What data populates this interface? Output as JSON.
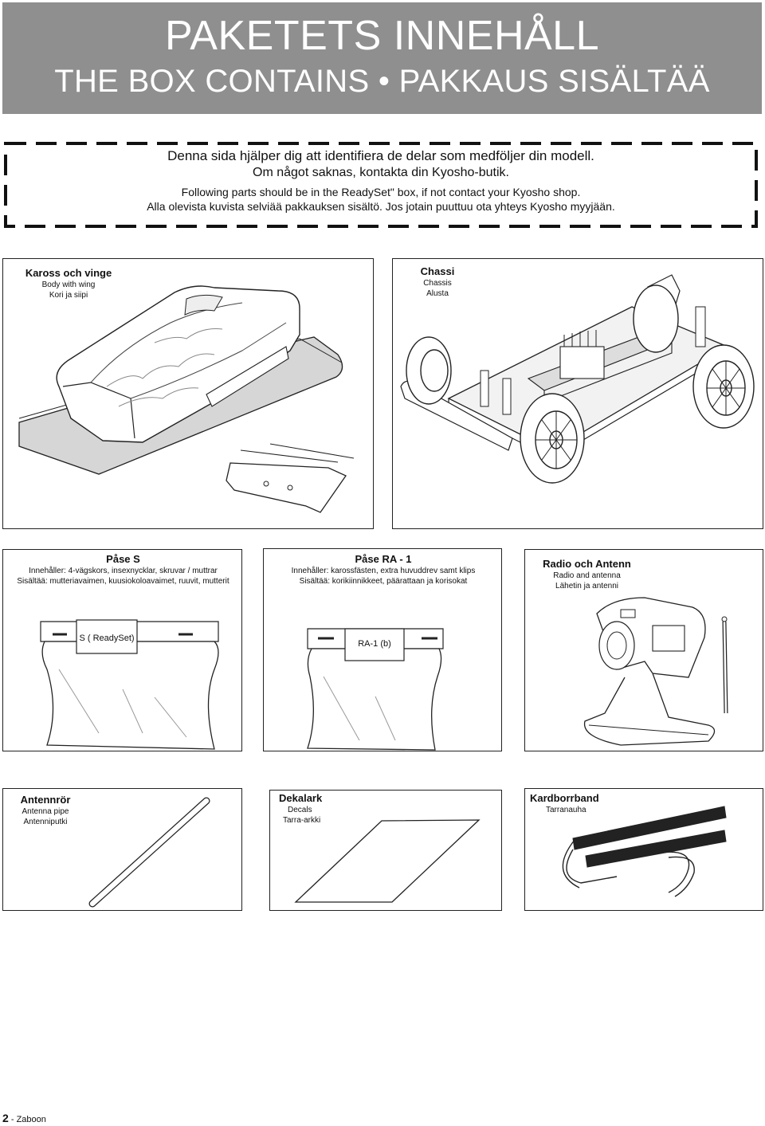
{
  "header": {
    "title_line1": "PAKETETS INNEHÅLL",
    "title_line2": "THE BOX CONTAINS • PAKKAUS SISÄLTÄÄ"
  },
  "notice": {
    "line1": "Denna sida hjälper dig att identifiera de delar som medföljer din modell.",
    "line2": "Om något saknas, kontakta din Kyosho-butik.",
    "line3": "Following parts should be in the ReadySet\" box, if not contact your Kyosho shop.",
    "line4": "Alla olevista kuvista selviää pakkauksen sisältö. Jos jotain puuttuu ota yhteys Kyosho myyjään."
  },
  "items": {
    "body": {
      "title": "Kaross och vinge",
      "en": "Body with wing",
      "fi": "Kori ja siipi"
    },
    "chassis": {
      "title": "Chassi",
      "en": "Chassis",
      "fi": "Alusta"
    },
    "bag_s": {
      "title": "Påse S",
      "sv": "Innehåller: 4-vägskors, insexnycklar, skruvar / muttrar",
      "fi": "Sisältää: mutteriavaimen, kuusiokoloavaimet, ruuvit, mutterit",
      "tag": "S ( ReadySet)"
    },
    "bag_ra": {
      "title": "Påse RA - 1",
      "sv": "Innehåller: karossfästen, extra huvuddrev samt klips",
      "fi": "Sisältää: korikiinnikkeet, päärattaan ja korisokat",
      "tag": "RA-1 (b)"
    },
    "radio": {
      "title": "Radio och Antenn",
      "en": "Radio and antenna",
      "fi": "Lähetin ja antenni"
    },
    "antenna_pipe": {
      "title": "Antennrör",
      "en": "Antenna pipe",
      "fi": "Antenniputki"
    },
    "decals": {
      "title": "Dekalark",
      "en": "Decals",
      "fi": "Tarra-arkki"
    },
    "velcro": {
      "title": "Kardborrband",
      "fi": "Tarranauha"
    }
  },
  "footer": {
    "page_number": "2",
    "page_label": "- Zaboon"
  }
}
